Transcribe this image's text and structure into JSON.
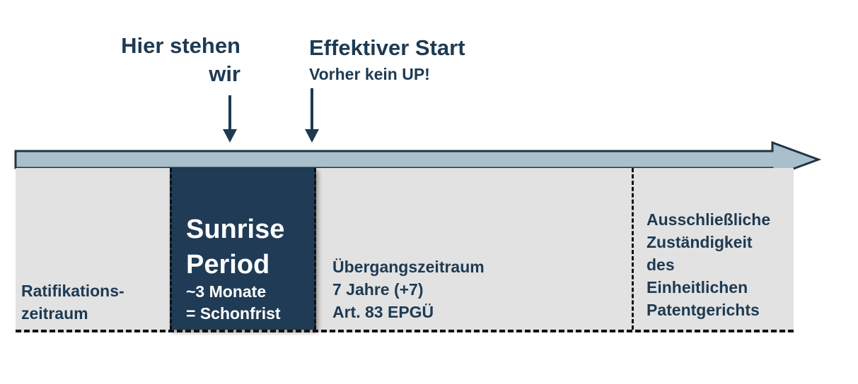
{
  "annotations": {
    "here": "Hier stehen wir",
    "start_title": "Effektiver Start",
    "start_subtitle": "Vorher kein UP!"
  },
  "phases": [
    {
      "lines": [
        "Ratifikations-",
        "zeitraum"
      ]
    },
    {
      "title_lines": [
        "Sunrise",
        "Period"
      ],
      "lines": [
        "~3 Monate",
        "= Schonfrist"
      ]
    },
    {
      "lines": [
        "Übergangszeitraum",
        "7 Jahre (+7)",
        "Art. 83 EPGÜ"
      ]
    },
    {
      "lines": [
        "Ausschließliche",
        "Zuständigkeit",
        "des",
        "Einheitlichen",
        "Patentgerichts"
      ]
    }
  ],
  "colors": {
    "timeline_arrow": "#a9bfcb",
    "dark_blue": "#203b55",
    "band_gray": "#e2e2e2",
    "text_dark": "#1e3a52"
  }
}
